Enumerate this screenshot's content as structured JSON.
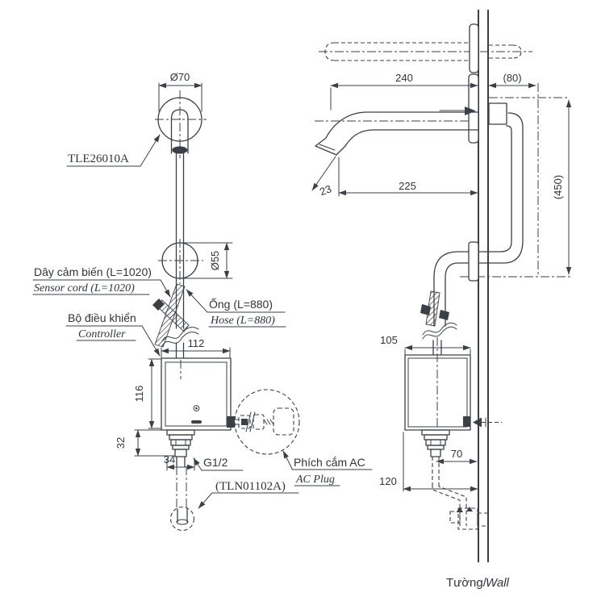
{
  "front": {
    "dia70": "Ø70",
    "model": "TLE26010A",
    "cord_vi": "Dây cảm biến (L=1020)",
    "cord_en": "Sensor cord (L=1020)",
    "dia55": "Ø55",
    "hose_vi": "Ống (L=880)",
    "hose_en": "Hose (L=880)",
    "ctrl_vi": "Bộ điều khiển",
    "ctrl_en": "Controller",
    "w112": "112",
    "h116": "116",
    "h32": "32",
    "w34": "34",
    "thread": "G1/2",
    "valve": "(TLN01102A)",
    "plug_vi": "Phích cắm AC",
    "plug_en": "AC Plug"
  },
  "side": {
    "d240": "240",
    "d80": "(80)",
    "d225": "225",
    "a23": "23",
    "d450": "(450)",
    "d105": "105",
    "d70": "70",
    "d120": "120",
    "wall_vi": "Tường/",
    "wall_en": "Wall"
  },
  "colors": {
    "line": "#3a4045",
    "text": "#2f353a",
    "background": "#ffffff"
  }
}
